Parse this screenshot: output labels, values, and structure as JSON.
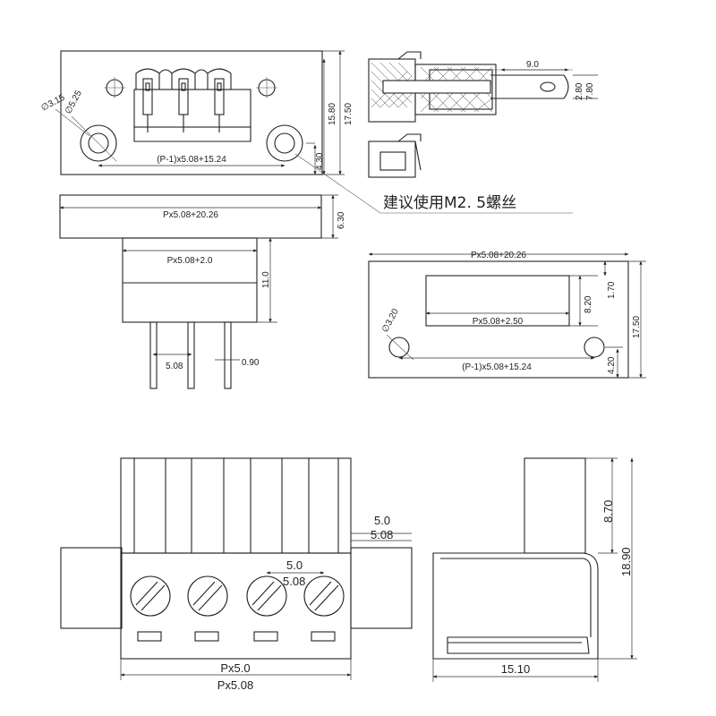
{
  "top_left_view": {
    "dim_mount_circle": "∅5.25",
    "dim_hole": "∅3.15",
    "dim_hole_spacing": "(P-1)x5.08+15.24",
    "dim_inner_height": "15.80",
    "dim_outer_height": "17.50",
    "dim_hole_offset": "4.30"
  },
  "top_right_view": {
    "dim_pin_length": "9.0",
    "dim_pin_dia_small": "2.80",
    "dim_pin_dia_large": "7.80"
  },
  "note": "建议使用M2. 5螺丝",
  "pcb_view": {
    "dim_total_width": "Px5.08+20.26",
    "dim_flange_height": "6.30",
    "dim_body_width": "Px5.08+2.0",
    "dim_body_height": "11.0",
    "dim_pitch": "5.08",
    "dim_pin_dia": "0.90"
  },
  "cutout_view": {
    "dim_total_width": "Px5.08+20.26",
    "dim_window_height": "8.20",
    "dim_window_offset": "1.70",
    "dim_window_width": "Px5.08+2.50",
    "dim_total_height": "17.50",
    "dim_hole": "∅3.20",
    "dim_hole_spacing": "(P-1)x5.08+15.24",
    "dim_hole_offset": "4.20"
  },
  "plug_front_view": {
    "dim_edge_a": "5.0",
    "dim_edge_b": "5.08",
    "dim_pitch_a": "5.0",
    "dim_pitch_b": "5.08",
    "dim_width_a": "Px5.0",
    "dim_width_b": "Px5.08"
  },
  "plug_side_view": {
    "dim_upper_height": "8.70",
    "dim_total_height": "18.90",
    "dim_depth": "15.10"
  }
}
